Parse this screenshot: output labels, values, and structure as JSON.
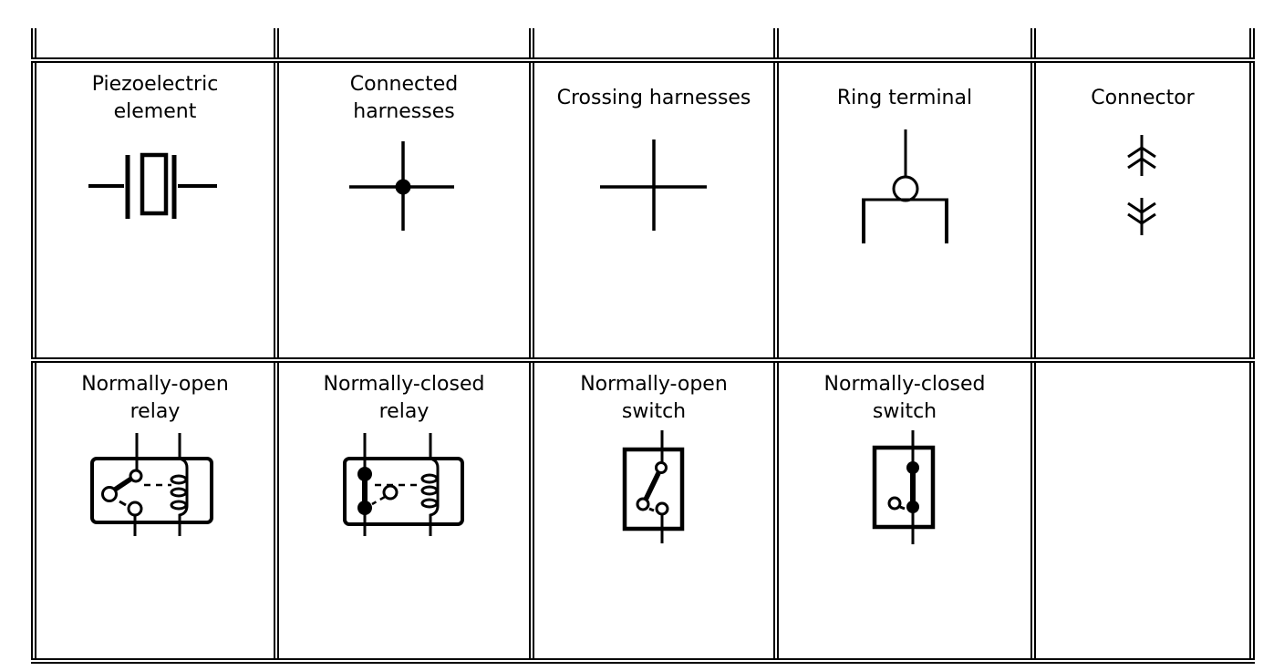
{
  "colors": {
    "line": "#000000",
    "background": "#ffffff",
    "text": "#000000"
  },
  "table": {
    "rows": [
      {
        "cells": [
          {
            "label": "Piezoelectric\nelement",
            "symbol": "piezoelectric-element"
          },
          {
            "label": "Connected\nharnesses",
            "symbol": "connected-harnesses"
          },
          {
            "label": "Crossing harnesses",
            "symbol": "crossing-harnesses"
          },
          {
            "label": "Ring terminal",
            "symbol": "ring-terminal"
          },
          {
            "label": "Connector",
            "symbol": "connector"
          }
        ]
      },
      {
        "cells": [
          {
            "label": "Normally-open\nrelay",
            "symbol": "normally-open-relay"
          },
          {
            "label": "Normally-closed\nrelay",
            "symbol": "normally-closed-relay"
          },
          {
            "label": "Normally-open\nswitch",
            "symbol": "normally-open-switch"
          },
          {
            "label": "Normally-closed\nswitch",
            "symbol": "normally-closed-switch"
          },
          {
            "label": "",
            "symbol": null
          }
        ]
      }
    ]
  }
}
